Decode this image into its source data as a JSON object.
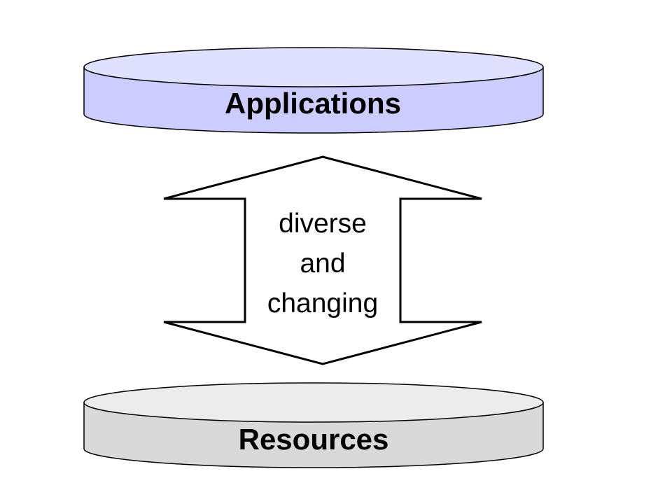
{
  "diagram": {
    "top_disk": {
      "label": "Applications",
      "side_color": "#ccccff",
      "top_color": "#e0e0ff"
    },
    "bottom_disk": {
      "label": "Resources",
      "side_color": "#d9d9d9",
      "top_color": "#ececec"
    },
    "arrow": {
      "lines": [
        "diverse",
        "and",
        "changing"
      ],
      "fill_color": "#ffffff",
      "stroke_color": "#000000"
    }
  }
}
